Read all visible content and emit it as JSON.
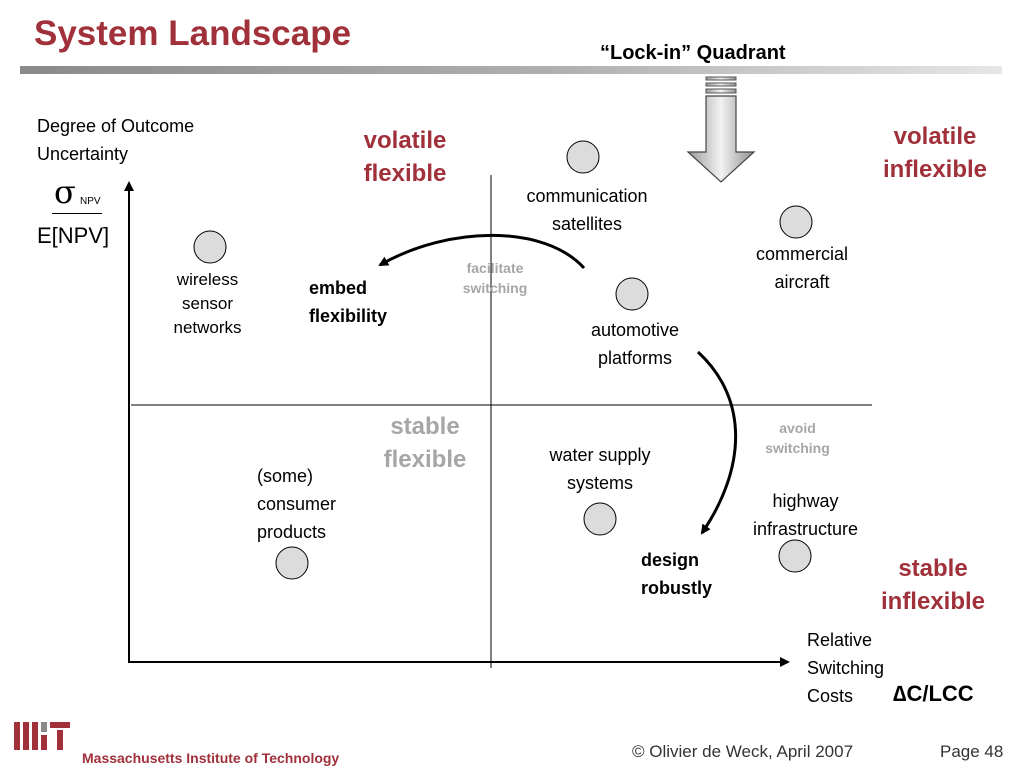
{
  "title": "System Landscape",
  "lockin_label": "“Lock-in” Quadrant",
  "axes": {
    "y_label_line1": "Degree of Outcome",
    "y_label_line2": "Uncertainty",
    "sigma_symbol": "σ",
    "sigma_subscript": "NPV",
    "denominator": "E[NPV]",
    "x_label_line1": "Relative",
    "x_label_line2": "Switching",
    "x_label_line3": "Costs",
    "x_metric": "∆C/LCC"
  },
  "quadrants": {
    "volatile_flexible": [
      "volatile",
      "flexible"
    ],
    "volatile_inflexible": [
      "volatile",
      "inflexible"
    ],
    "stable_flexible": [
      "stable",
      "flexible"
    ],
    "stable_inflexible": [
      "stable",
      "inflexible"
    ]
  },
  "systems": {
    "communication_satellites": [
      "communication",
      "satellites"
    ],
    "commercial_aircraft": [
      "commercial",
      "aircraft"
    ],
    "wireless_sensor_networks": [
      "wireless",
      "sensor",
      "networks"
    ],
    "automotive_platforms": [
      "automotive",
      "platforms"
    ],
    "water_supply_systems": [
      "water supply",
      "systems"
    ],
    "highway_infrastructure": [
      "highway",
      "infrastructure"
    ],
    "consumer_products": [
      "(some)",
      "consumer",
      "products"
    ]
  },
  "strategies": {
    "embed_flexibility": [
      "embed",
      "flexibility"
    ],
    "design_robustly": [
      "design",
      "robustly"
    ],
    "facilitate_switching": [
      "facilitate",
      "switching"
    ],
    "avoid_switching": [
      "avoid",
      "switching"
    ]
  },
  "colors": {
    "accent": "#a0303a",
    "quadrant_gray": "#a6a6a6",
    "circle_fill": "#dcdcdc"
  },
  "footer": {
    "org": "Massachusetts Institute of Technology",
    "copyright": "© Olivier de Weck, April 2007",
    "page": "Page 48"
  }
}
